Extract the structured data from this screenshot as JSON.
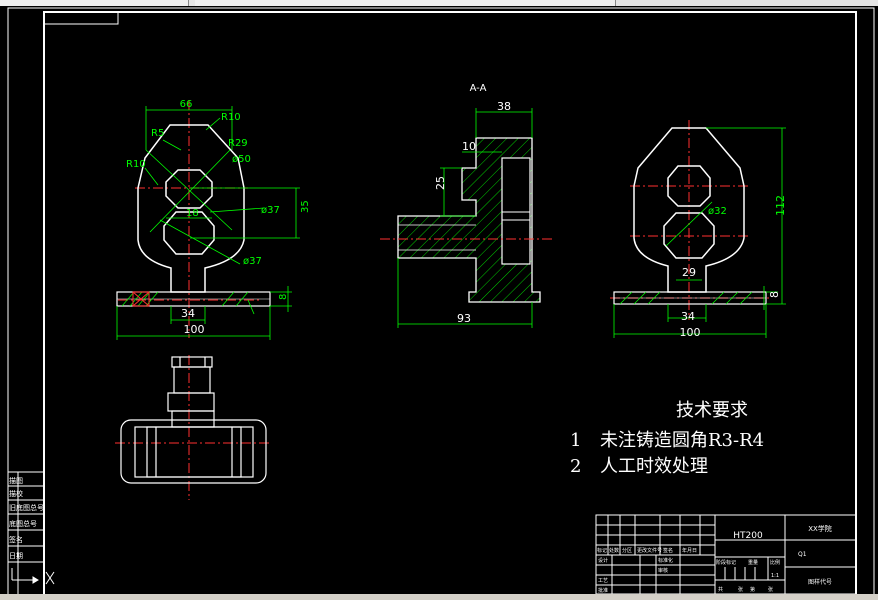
{
  "section_label": "A-A",
  "dimensions": {
    "front": {
      "width_top": "66",
      "r10_top": "R10",
      "r5": "R5",
      "r29": "R29",
      "d50": "ø50",
      "r10_left": "R10",
      "d37_a": "ø37",
      "d37_b": "ø37",
      "gap": "18",
      "height": "35",
      "base_h": "8",
      "base_w": "34",
      "total_w": "100"
    },
    "section": {
      "top_w": "38",
      "step": "10",
      "left_h": "25",
      "total_w": "93"
    },
    "right": {
      "d32": "ø32",
      "total_h": "112",
      "gap": "29",
      "base_w": "34",
      "base_h": "8",
      "total_w": "100"
    }
  },
  "tech_requirements": {
    "title": "技术要求",
    "items": [
      {
        "num": "1",
        "text": "未注铸造圆角R3-R4"
      },
      {
        "num": "2",
        "text": "人工时效处理"
      }
    ]
  },
  "title_block": {
    "material": "HT200",
    "school": "XX学院",
    "part_name": "Q1",
    "drawing_code": "图样代号",
    "scale": "1:1",
    "row_labels": [
      "标记",
      "处数",
      "分区",
      "更改文件号",
      "签名",
      "年月日"
    ],
    "sub_labels": [
      "设计",
      "标准化",
      "审核",
      "工艺",
      "批准"
    ],
    "stage_labels": [
      "阶段标记",
      "重量",
      "比例"
    ],
    "sheet_labels": [
      "共",
      "张",
      "第",
      "张"
    ]
  },
  "left_strip": [
    "描图",
    "描校",
    "旧底图总号",
    "底图总号",
    "签名",
    "日期"
  ],
  "colors": {
    "background": "#000000",
    "outline": "#ffffff",
    "dimension": "#00ff00",
    "centerline": "#ff0000",
    "hatch": "#00ff00"
  }
}
